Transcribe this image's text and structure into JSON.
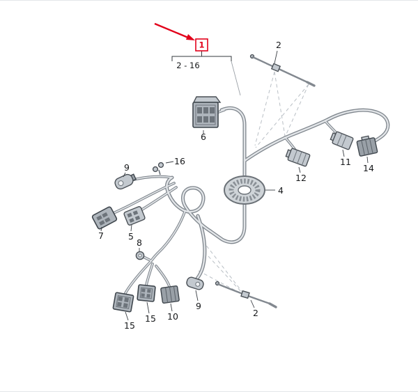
{
  "callout": {
    "item": "1",
    "range": "2 - 16",
    "accent": "#e2001a"
  },
  "parts": {
    "tie_top": "2",
    "conn_6": "6",
    "clip_16": "16",
    "conn_9_upper": "9",
    "conn_7": "7",
    "conn_5": "5",
    "grommet_8": "8",
    "grommet_4": "4",
    "conn_12": "12",
    "conn_11": "11",
    "conn_14": "14",
    "conn_15_left": "15",
    "conn_15_mid": "15",
    "conn_10": "10",
    "conn_9_lower": "9",
    "tie_bottom": "2"
  }
}
